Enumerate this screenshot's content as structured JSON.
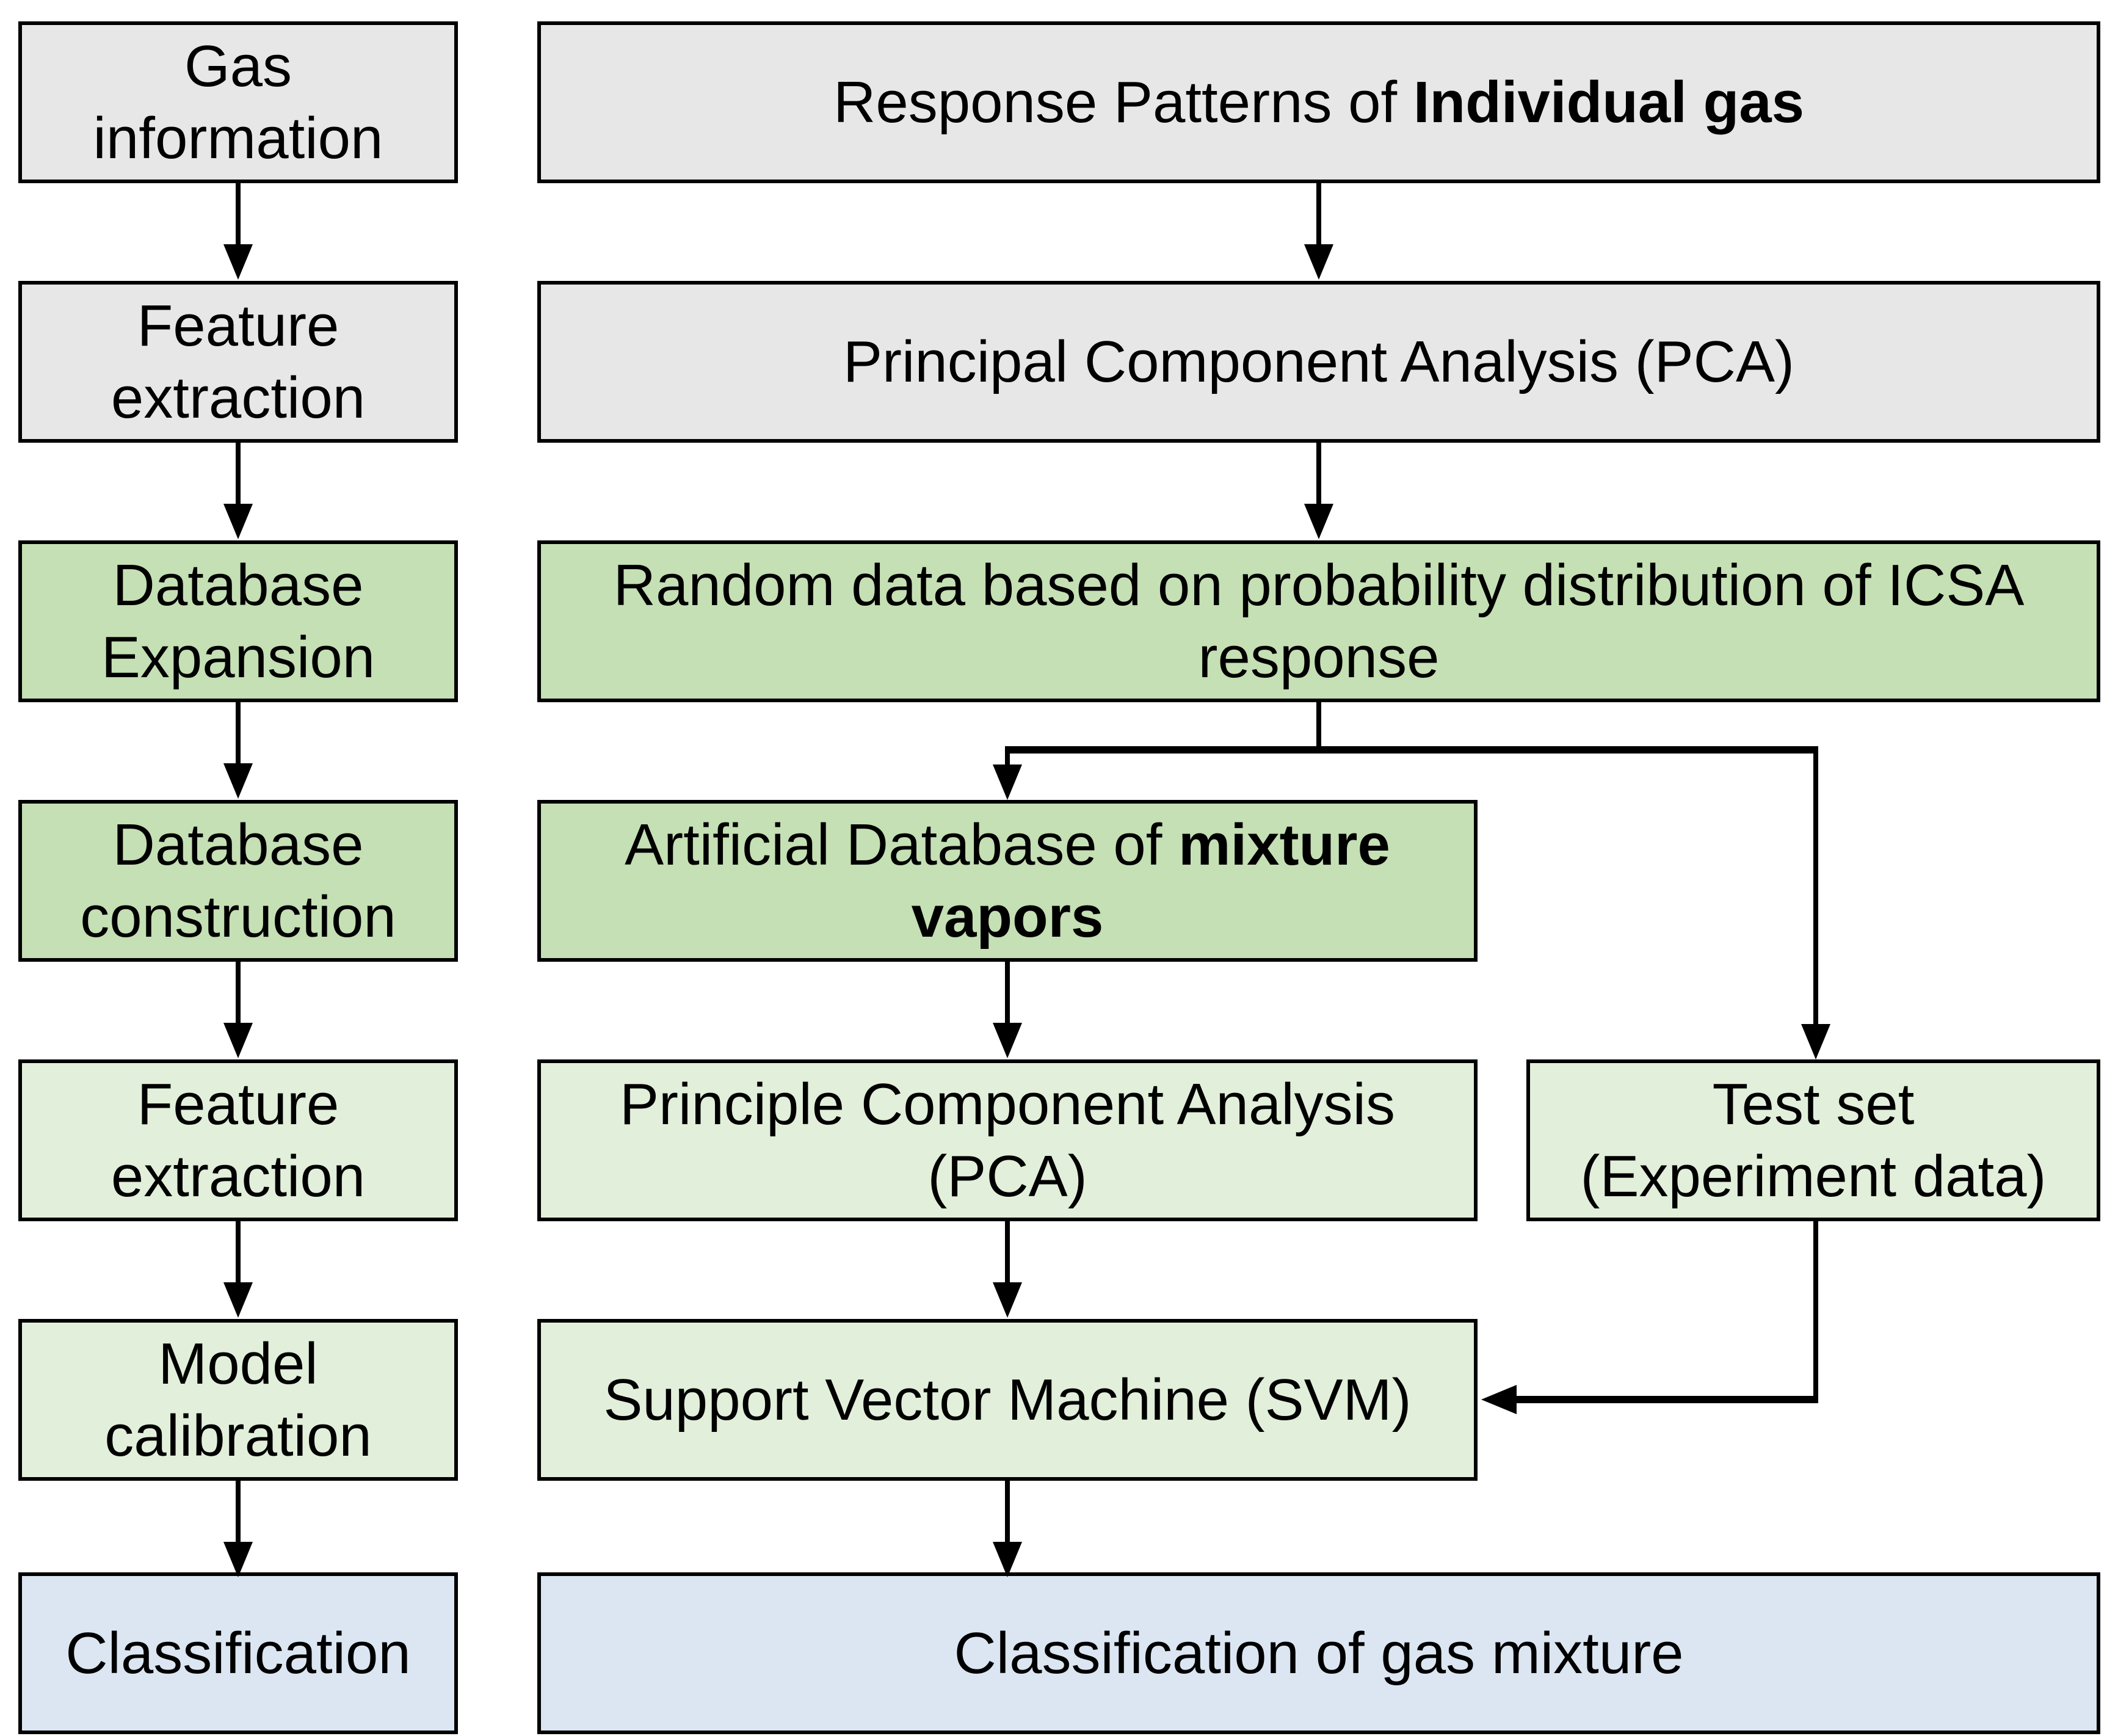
{
  "diagram": {
    "colors": {
      "gray": "#e7e7e7",
      "green": "#c5e0b4",
      "light_green": "#e2efda",
      "blue": "#dbe6f2",
      "border": "#000000",
      "arrow": "#000000"
    },
    "left_column": {
      "gas_information": {
        "label": "Gas\ninformation"
      },
      "feature_extraction_1": {
        "label": "Feature\nextraction"
      },
      "database_expansion": {
        "label": "Database\nExpansion"
      },
      "database_construction": {
        "label": "Database\nconstruction"
      },
      "feature_extraction_2": {
        "label": "Feature\nextraction"
      },
      "model_calibration": {
        "label": "Model\ncalibration"
      },
      "classification": {
        "label": "Classification"
      }
    },
    "right_column": {
      "response_patterns": {
        "text": "Response Patterns of ",
        "bold": "Individual gas"
      },
      "pca_individual": {
        "label": "Principal Component Analysis (PCA)"
      },
      "random_data": {
        "label": "Random data based on probability distribution of ICSA response"
      },
      "artificial_database": {
        "text": "Artificial Database of ",
        "bold": "mixture\nvapors"
      },
      "pca_mixture": {
        "label": "Principle Component Analysis\n(PCA)"
      },
      "test_set": {
        "label": "Test set\n(Experiment data)"
      },
      "svm": {
        "label": "Support Vector Machine (SVM)"
      },
      "classification_mixture": {
        "label": "Classification of gas mixture"
      }
    }
  }
}
